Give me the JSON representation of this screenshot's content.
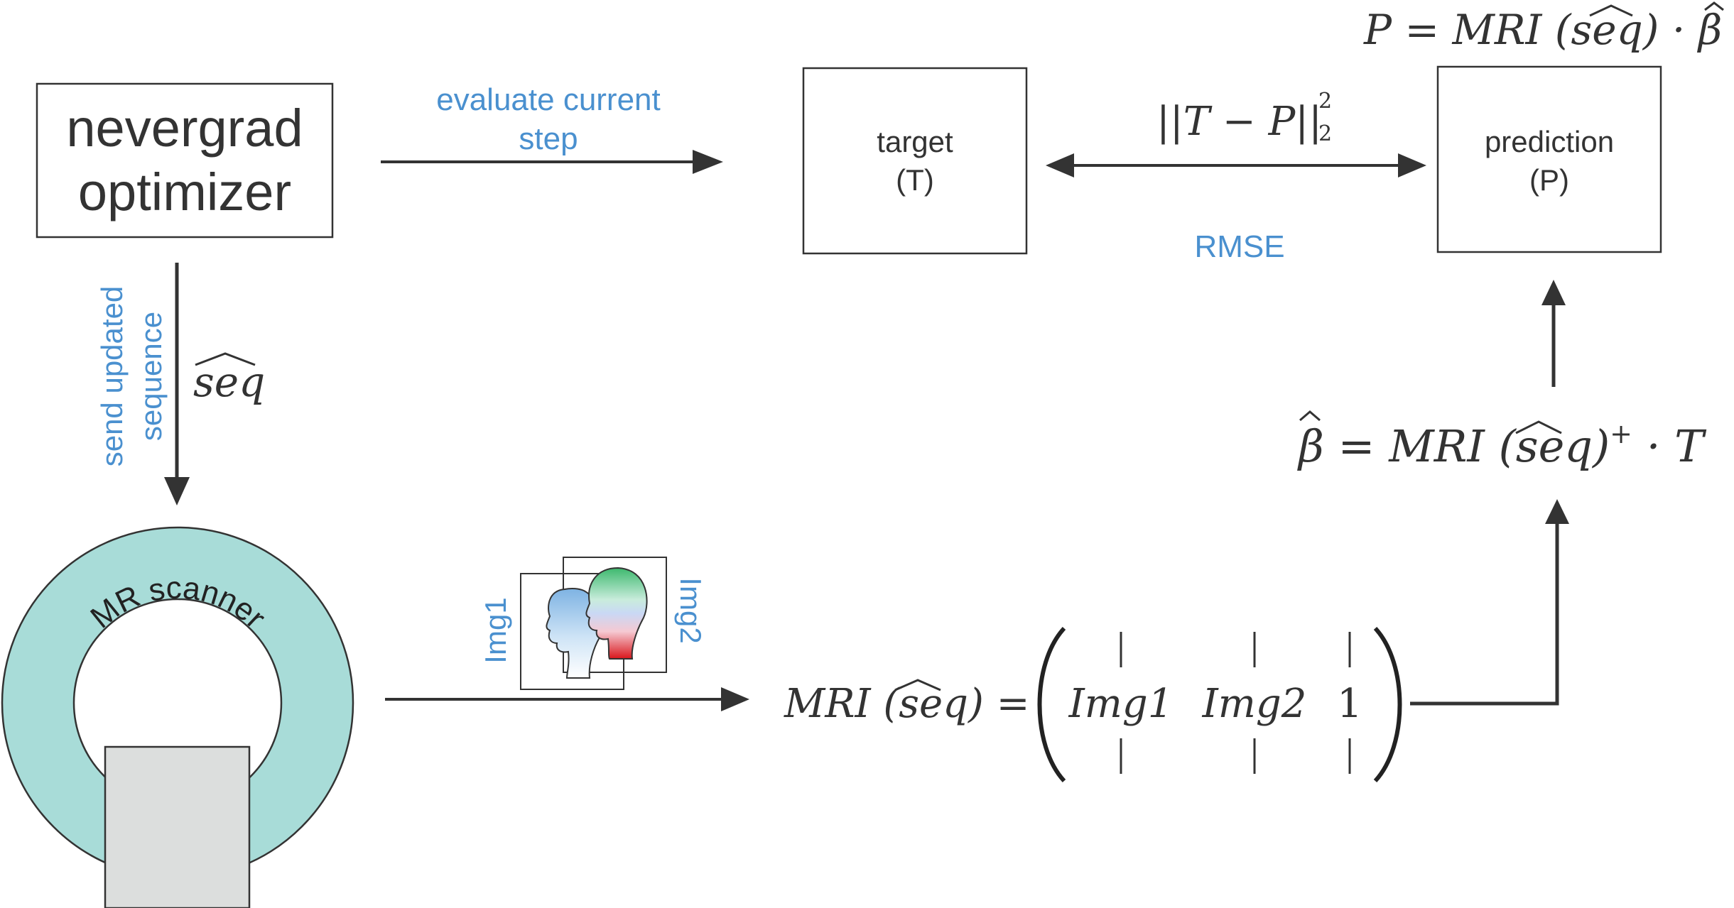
{
  "optimizer": {
    "line1": "nevergrad",
    "line2": "optimizer"
  },
  "labels": {
    "evaluate_line1": "evaluate current",
    "evaluate_line2": "step",
    "send_line1": "send updated",
    "send_line2": "sequence",
    "rmse": "RMSE",
    "scanner": "MR scanner",
    "img1": "Img1",
    "img2": "Img2"
  },
  "target": {
    "line1": "target",
    "line2": "(T)"
  },
  "prediction": {
    "line1": "prediction",
    "line2": "(P)"
  },
  "math": {
    "seq": "seq",
    "loss": "||T − P||",
    "loss_sub": "2",
    "loss_sup": "2",
    "prediction_eq_left": "P = MRI (",
    "prediction_eq_right": ") · ",
    "beta_symbol": "β",
    "beta_eq_mid": " = MRI (",
    "beta_eq_close": ")",
    "beta_sup": "+",
    "beta_eq_right": " · T",
    "matrix_lhs_left": "MRI (",
    "matrix_lhs_right": ") =",
    "matrix_col1": "Img1",
    "matrix_col2": "Img2",
    "matrix_col3": "1"
  },
  "colors": {
    "accent_blue": "#4a90cf",
    "scanner_ring": "#a8dcd8",
    "scanner_table": "#dcdedd",
    "line": "#333333"
  }
}
